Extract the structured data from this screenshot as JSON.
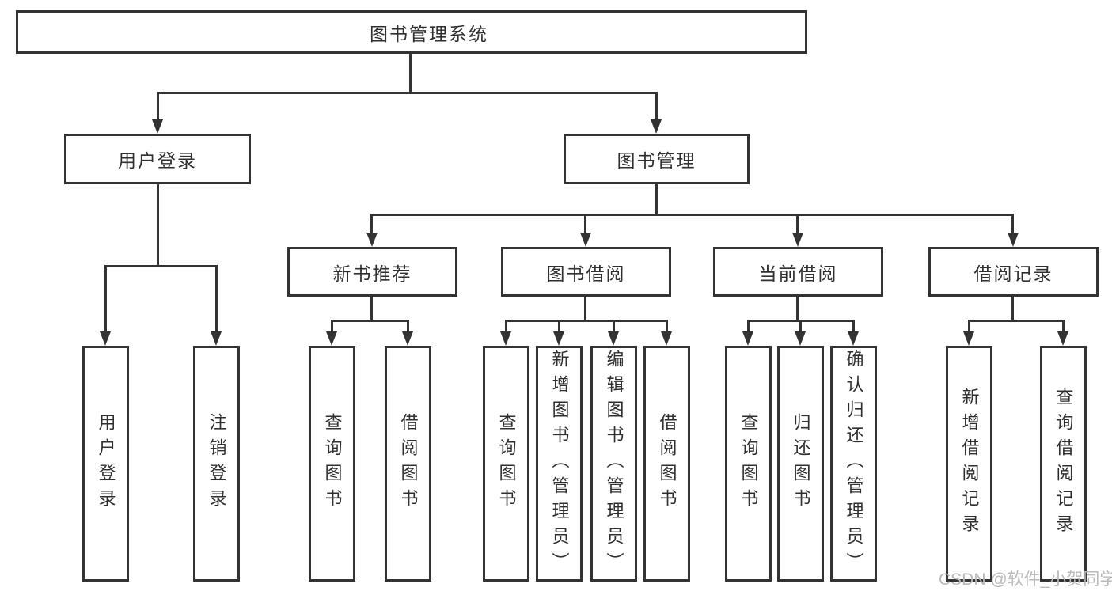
{
  "colors": {
    "line": "#333333",
    "text": "#2f2f2f",
    "background": "#ffffff",
    "watermark": "#b9b9b9"
  },
  "root": {
    "label": "图书管理系统"
  },
  "level2": {
    "user_login": {
      "label": "用户登录"
    },
    "book_management": {
      "label": "图书管理"
    }
  },
  "level3": {
    "new_book_recommend": {
      "label": "新书推荐"
    },
    "book_borrowing": {
      "label": "图书借阅"
    },
    "current_borrowing": {
      "label": "当前借阅"
    },
    "borrowing_records": {
      "label": "借阅记录"
    }
  },
  "leaves": {
    "user_login_leaf": {
      "label": "用户登录"
    },
    "logout": {
      "label": "注销登录"
    },
    "recommend_query_books": {
      "label": "查询图书"
    },
    "recommend_borrow_books": {
      "label": "借阅图书"
    },
    "borrowing_query_books": {
      "label": "查询图书"
    },
    "borrowing_add_books": {
      "label": "新增图书（管理员）"
    },
    "borrowing_edit_books": {
      "label": "编辑图书（管理员）"
    },
    "borrowing_borrow_books": {
      "label": "借阅图书"
    },
    "current_query_books": {
      "label": "查询图书"
    },
    "current_return_books": {
      "label": "归还图书"
    },
    "current_confirm_return": {
      "label": "确认归还（管理员）"
    },
    "records_add_record": {
      "label": "新增借阅记录"
    },
    "records_query_record": {
      "label": "查询借阅记录"
    }
  },
  "watermark": {
    "text": "CSDN @软件_小贺同学"
  }
}
